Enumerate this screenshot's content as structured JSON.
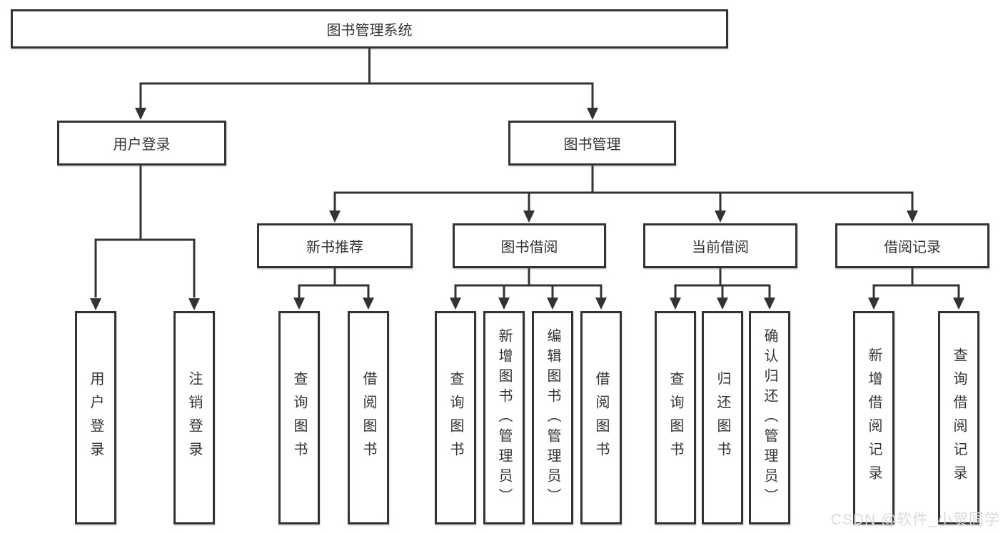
{
  "tree": {
    "label": "图书管理系统",
    "children": [
      {
        "label": "用户登录",
        "children": [
          {
            "label": "用户登录"
          },
          {
            "label": "注销登录"
          }
        ]
      },
      {
        "label": "图书管理",
        "children": [
          {
            "label": "新书推荐",
            "children": [
              {
                "label": "查询图书"
              },
              {
                "label": "借阅图书"
              }
            ]
          },
          {
            "label": "图书借阅",
            "children": [
              {
                "label": "查询图书"
              },
              {
                "label": "新增图书（管理员）"
              },
              {
                "label": "编辑图书（管理员）"
              },
              {
                "label": "借阅图书"
              }
            ]
          },
          {
            "label": "当前借阅",
            "children": [
              {
                "label": "查询图书"
              },
              {
                "label": "归还图书"
              },
              {
                "label": "确认归还（管理员）"
              }
            ]
          },
          {
            "label": "借阅记录",
            "children": [
              {
                "label": "新增借阅记录"
              },
              {
                "label": "查询借阅记录"
              }
            ]
          }
        ]
      }
    ]
  },
  "watermark": "CSDN @软件_小贺同学",
  "colors": {
    "line": "#333333",
    "box_fill": "#ffffff",
    "text": "#333333",
    "watermark": "#d9d9d9",
    "bg": "#ffffff"
  }
}
